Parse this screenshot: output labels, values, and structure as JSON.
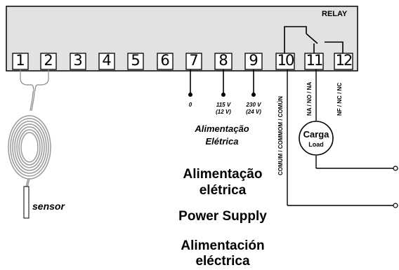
{
  "controller": {
    "relay_label": "RELAY",
    "terminals": [
      "1",
      "2",
      "3",
      "4",
      "5",
      "6",
      "7",
      "8",
      "9",
      "10",
      "11",
      "12"
    ]
  },
  "power_terminals": {
    "t7": "0",
    "t8_line1": "115 V",
    "t8_line2": "(12 V)",
    "t9_line1": "230 V",
    "t9_line2": "(24 V)",
    "caption_line1": "Alimentação",
    "caption_line2": "Elétrica"
  },
  "relay_terminals": {
    "common": "COMUM / COMMOM / COMÚN",
    "no": "NA / NO / NA",
    "nc": "NF / NC / NC"
  },
  "load": {
    "label": "Carga",
    "sublabel": "Load"
  },
  "sensor_label": "sensor",
  "supply_captions": {
    "pt_line1": "Alimentação",
    "pt_line2": "elétrica",
    "en": "Power Supply",
    "es_line1": "Alimentación",
    "es_line2": "eléctrica"
  }
}
